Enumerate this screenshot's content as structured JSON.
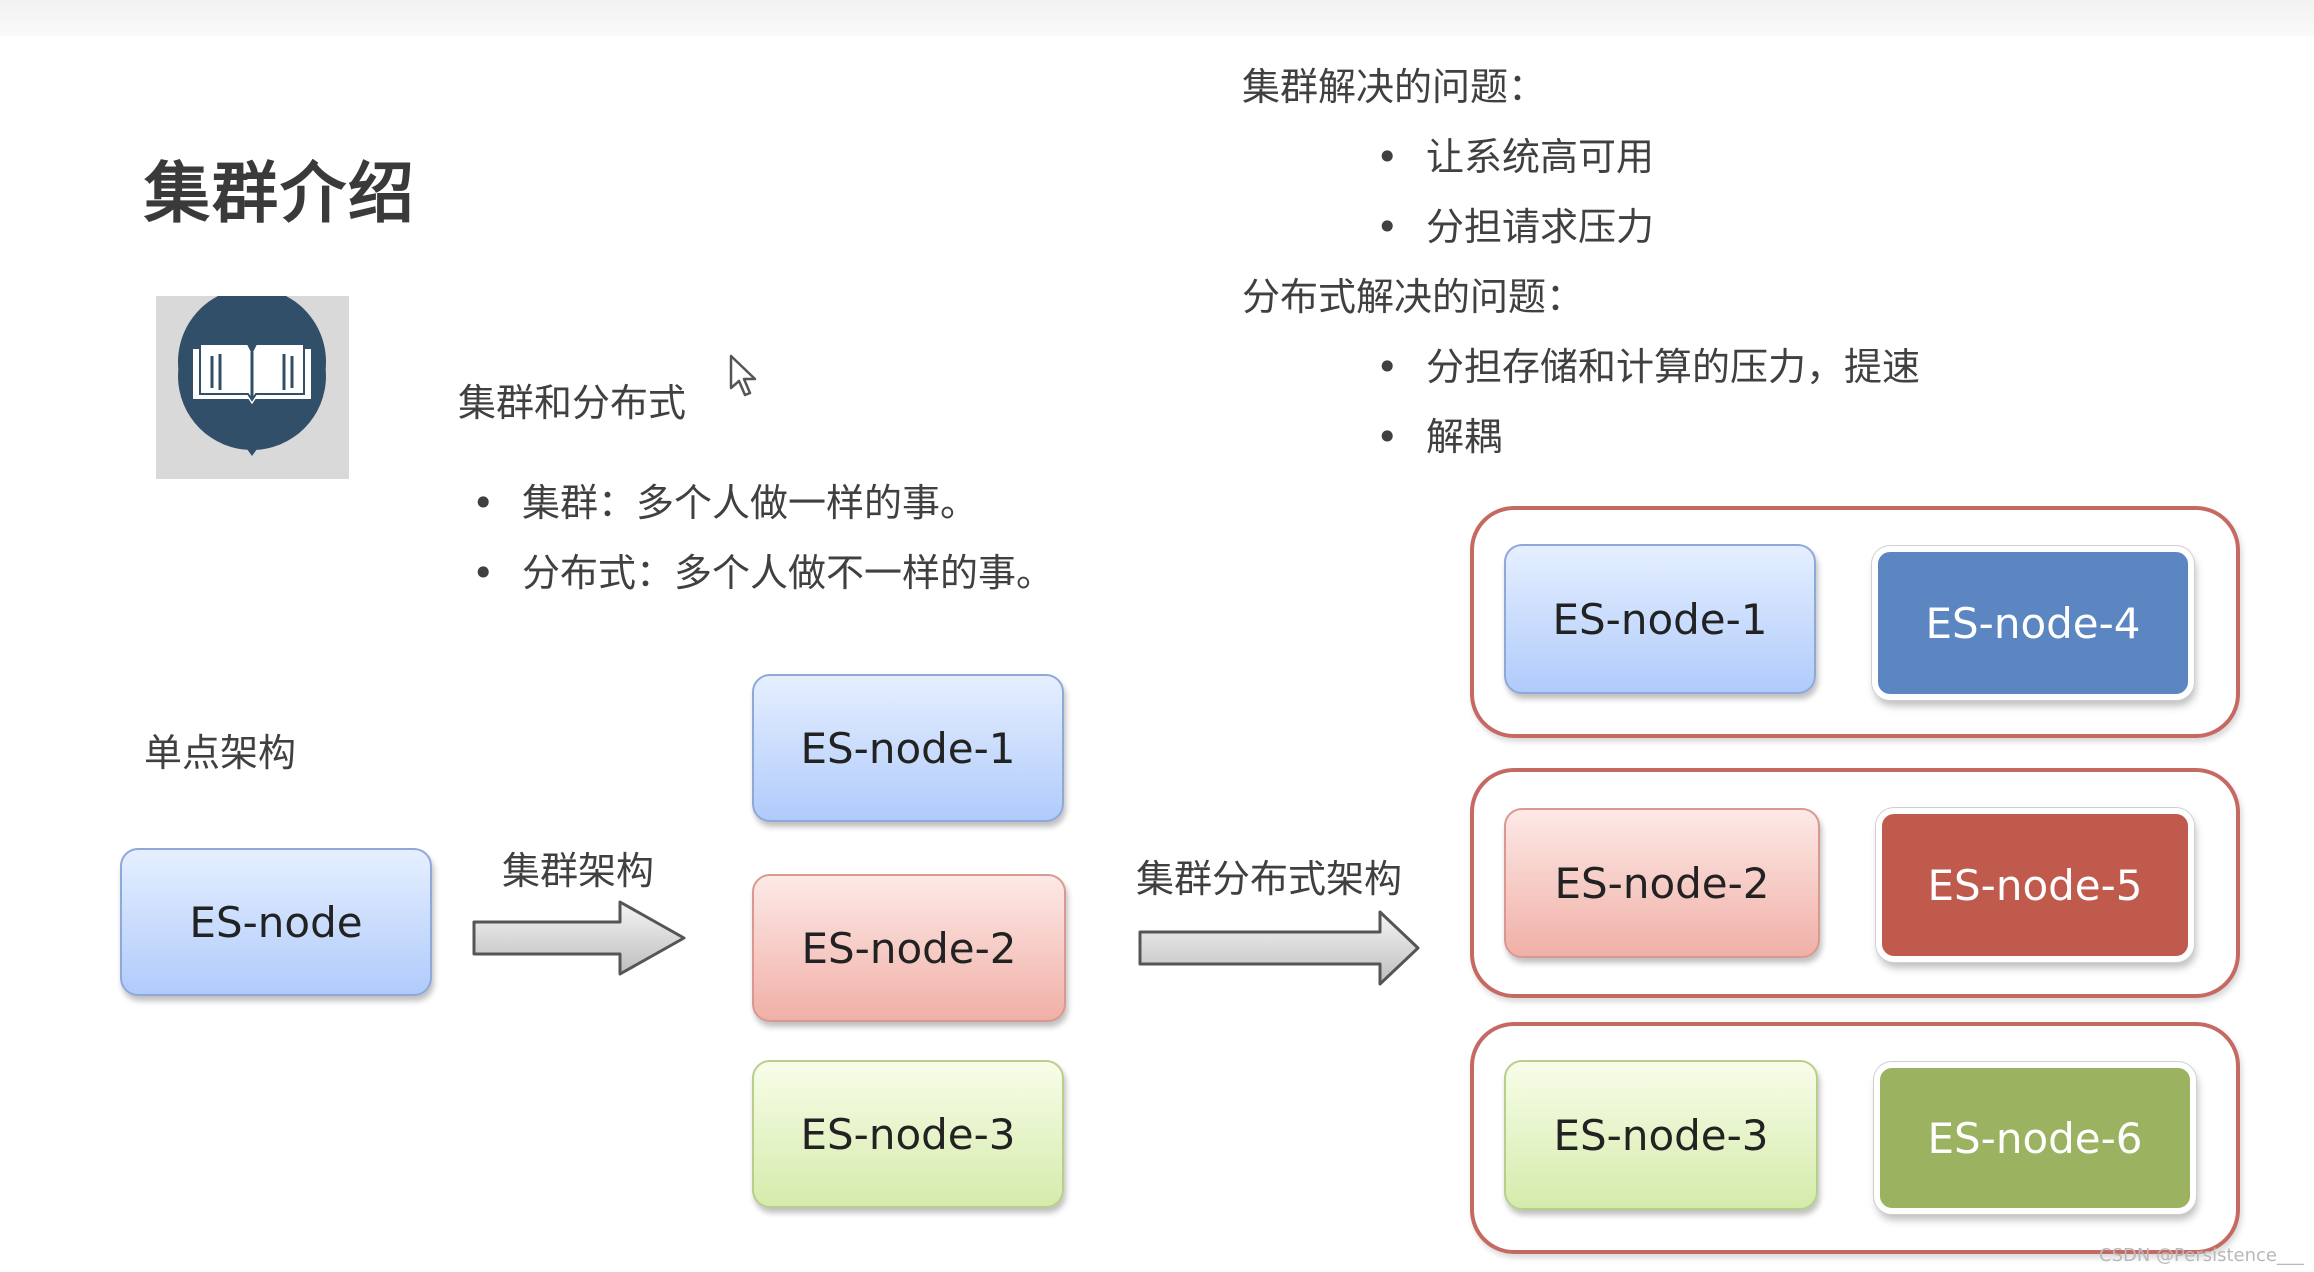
{
  "title": "集群介绍",
  "icons": {
    "logo": "book-pin-icon",
    "cursor": "mouse-cursor-icon"
  },
  "colors": {
    "blue_node": "#b0cbfb",
    "red_node": "#f0b0a7",
    "green_node": "#d5ebab",
    "solid_blue": "#5b86c1",
    "solid_red": "#c05a4d",
    "solid_green": "#9bb260",
    "group_border": "#c56a62"
  },
  "intro": {
    "heading": "集群和分布式",
    "bullets": [
      "集群：多个人做一样的事。",
      "分布式：多个人做不一样的事。"
    ]
  },
  "problems": {
    "cluster_heading": "集群解决的问题：",
    "cluster_bullets": [
      "让系统高可用",
      "分担请求压力"
    ],
    "distributed_heading": "分布式解决的问题：",
    "distributed_bullets": [
      "分担存储和计算的压力，提速",
      "解耦"
    ]
  },
  "single": {
    "label": "单点架构",
    "node": "ES-node"
  },
  "cluster": {
    "label": "集群架构",
    "nodes": [
      "ES-node-1",
      "ES-node-2",
      "ES-node-3"
    ]
  },
  "distributed": {
    "label": "集群分布式架构",
    "groups": [
      {
        "primary": "ES-node-1",
        "secondary": "ES-node-4"
      },
      {
        "primary": "ES-node-2",
        "secondary": "ES-node-5"
      },
      {
        "primary": "ES-node-3",
        "secondary": "ES-node-6"
      }
    ]
  },
  "watermark": "CSDN @Persistence___"
}
